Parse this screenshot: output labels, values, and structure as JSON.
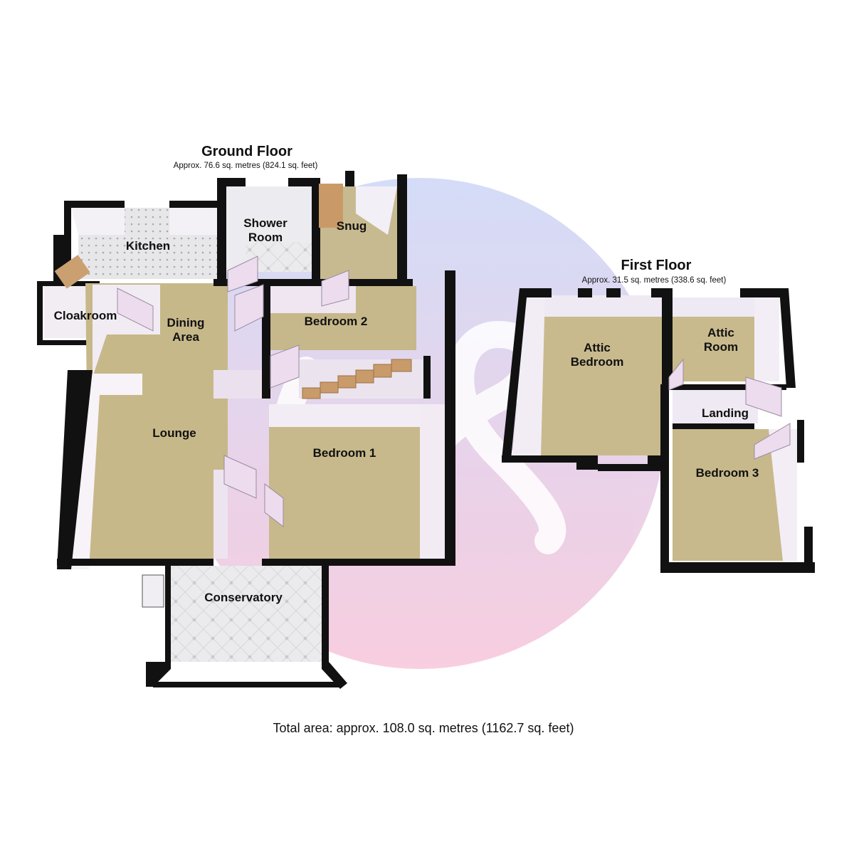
{
  "ground_floor": {
    "title": "Ground Floor",
    "area": "Approx. 76.6 sq. metres (824.1 sq. feet)"
  },
  "first_floor": {
    "title": "First Floor",
    "area": "Approx. 31.5 sq. metres (338.6 sq. feet)"
  },
  "rooms": {
    "kitchen": "Kitchen",
    "cloakroom": "Cloakroom",
    "shower_room_1": "Shower",
    "shower_room_2": "Room",
    "snug": "Snug",
    "dining_area_1": "Dining",
    "dining_area_2": "Area",
    "bedroom_2": "Bedroom 2",
    "lounge": "Lounge",
    "bedroom_1": "Bedroom 1",
    "conservatory": "Conservatory",
    "attic_bedroom_1": "Attic",
    "attic_bedroom_2": "Bedroom",
    "attic_room_1": "Attic",
    "attic_room_2": "Room",
    "landing": "Landing",
    "bedroom_3": "Bedroom 3"
  },
  "total_area": "Total area: approx. 108.0 sq. metres (1162.7 sq. feet)",
  "colors": {
    "carpet": "#c9b98c",
    "tile": "#e9e9ec",
    "wall": "#111111",
    "inner_wall": "#efe9f3",
    "watermark_blue": "#cfd8f7",
    "watermark_pink": "#f6c9dc",
    "door": "#e8d8ea"
  }
}
